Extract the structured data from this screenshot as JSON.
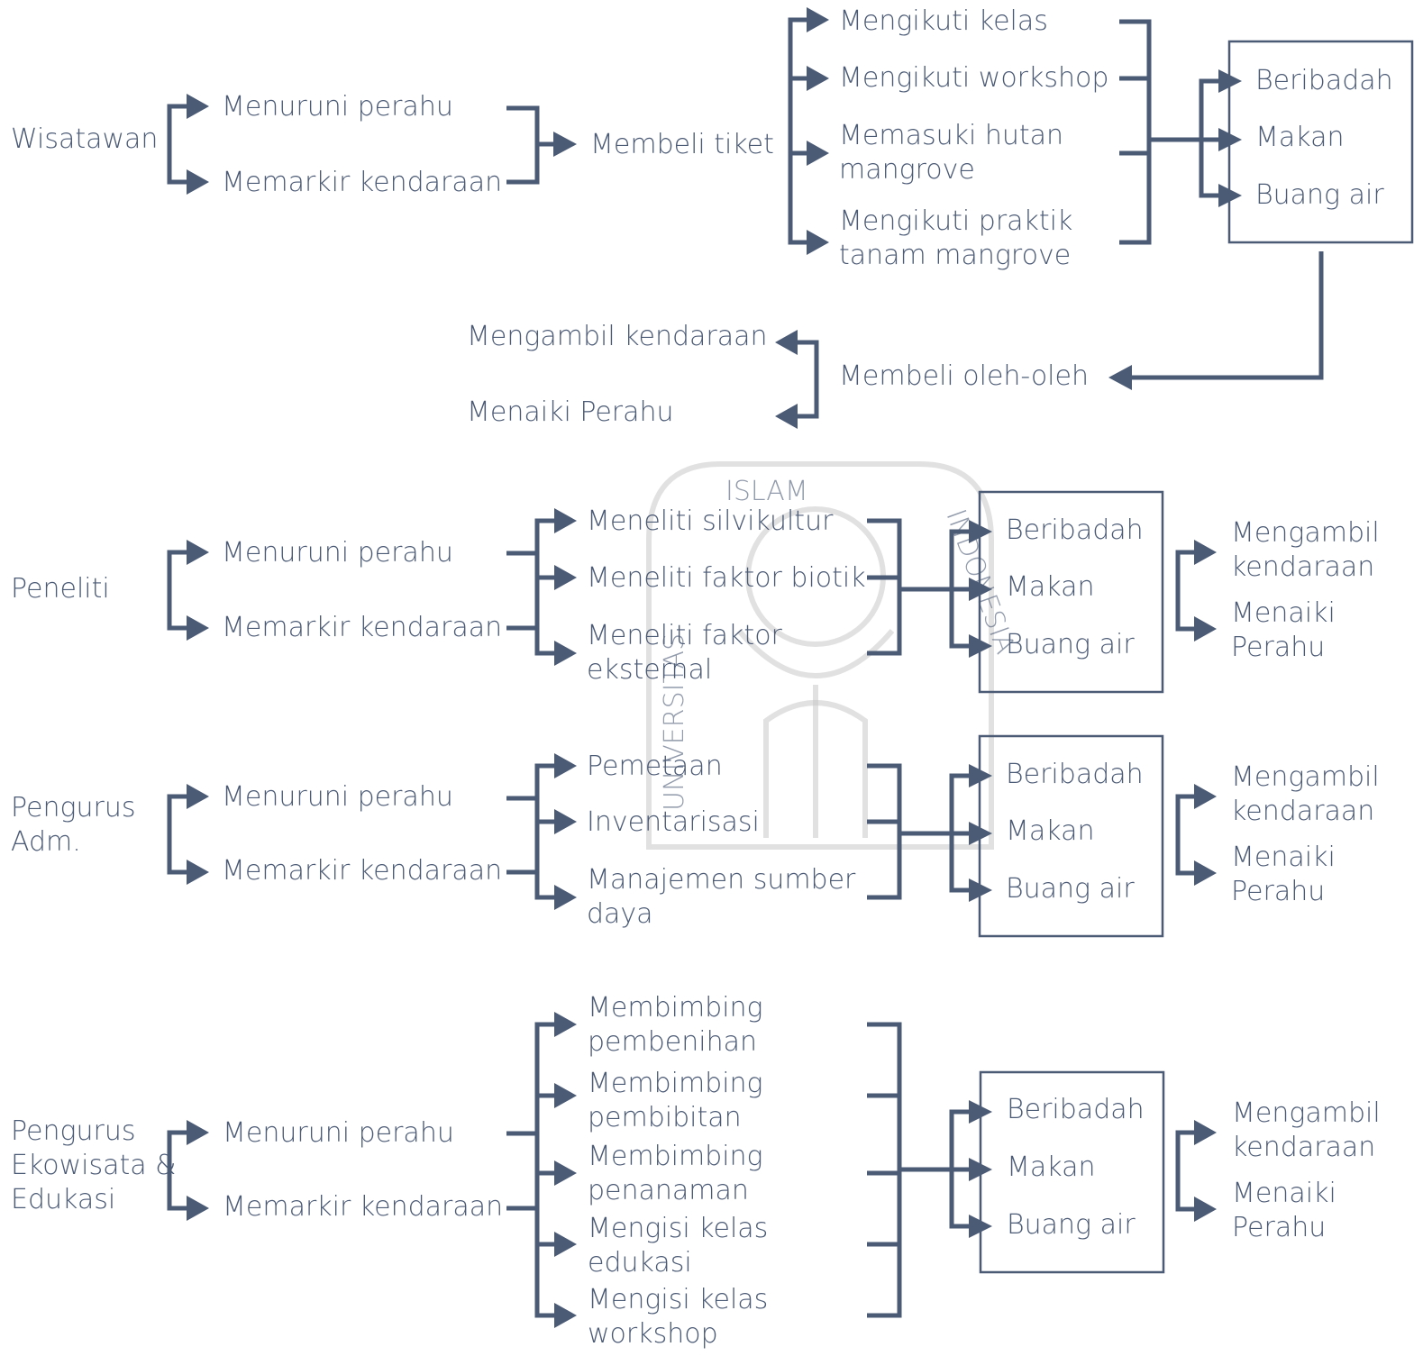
{
  "colors": {
    "ink": "#4b5a75",
    "watermark": "#c9c9c9"
  },
  "watermark": {
    "top_text": "ISLAM",
    "left_text": "UNIVERSITAS",
    "right_text": "INDONESIA"
  },
  "wisatawan": {
    "actor": "Wisatawan",
    "arrive": [
      "Menuruni perahu",
      "Memarkir kendaraan"
    ],
    "ticket": "Membeli tiket",
    "activities": [
      [
        "Mengikuti kelas"
      ],
      [
        "Mengikuti workshop"
      ],
      [
        "Memasuki hutan",
        "mangrove"
      ],
      [
        "Mengikuti praktik",
        "tanam mangrove"
      ]
    ],
    "facilities": [
      "Beribadah",
      "Makan",
      "Buang air"
    ],
    "souvenir": "Membeli oleh-oleh",
    "leave": [
      "Mengambil kendaraan",
      "Menaiki Perahu"
    ]
  },
  "peneliti": {
    "actor": [
      "Peneliti"
    ],
    "arrive": [
      "Menuruni perahu",
      "Memarkir kendaraan"
    ],
    "activities": [
      [
        "Meneliti silvikultur"
      ],
      [
        "Meneliti faktor biotik"
      ],
      [
        "Meneliti faktor",
        "eksternal"
      ]
    ],
    "facilities": [
      "Beribadah",
      "Makan",
      "Buang air"
    ],
    "leave": [
      [
        "Mengambil",
        "kendaraan"
      ],
      [
        "Menaiki",
        "Perahu"
      ]
    ]
  },
  "pengurus_adm": {
    "actor": [
      "Pengurus",
      "Adm."
    ],
    "arrive": [
      "Menuruni perahu",
      "Memarkir kendaraan"
    ],
    "activities": [
      [
        "Pemetaan"
      ],
      [
        "Inventarisasi"
      ],
      [
        "Manajemen sumber",
        "daya"
      ]
    ],
    "facilities": [
      "Beribadah",
      "Makan",
      "Buang air"
    ],
    "leave": [
      [
        "Mengambil",
        "kendaraan"
      ],
      [
        "Menaiki",
        "Perahu"
      ]
    ]
  },
  "pengurus_eko": {
    "actor": [
      "Pengurus",
      "Ekowisata &",
      "Edukasi"
    ],
    "arrive": [
      "Menuruni perahu",
      "Memarkir kendaraan"
    ],
    "activities": [
      [
        "Membimbing",
        "pembenihan"
      ],
      [
        "Membimbing",
        "pembibitan"
      ],
      [
        "Membimbing",
        "penanaman"
      ],
      [
        "Mengisi kelas",
        "edukasi"
      ],
      [
        "Mengisi kelas",
        "workshop"
      ]
    ],
    "facilities": [
      "Beribadah",
      "Makan",
      "Buang air"
    ],
    "leave": [
      [
        "Mengambil",
        "kendaraan"
      ],
      [
        "Menaiki",
        "Perahu"
      ]
    ]
  }
}
